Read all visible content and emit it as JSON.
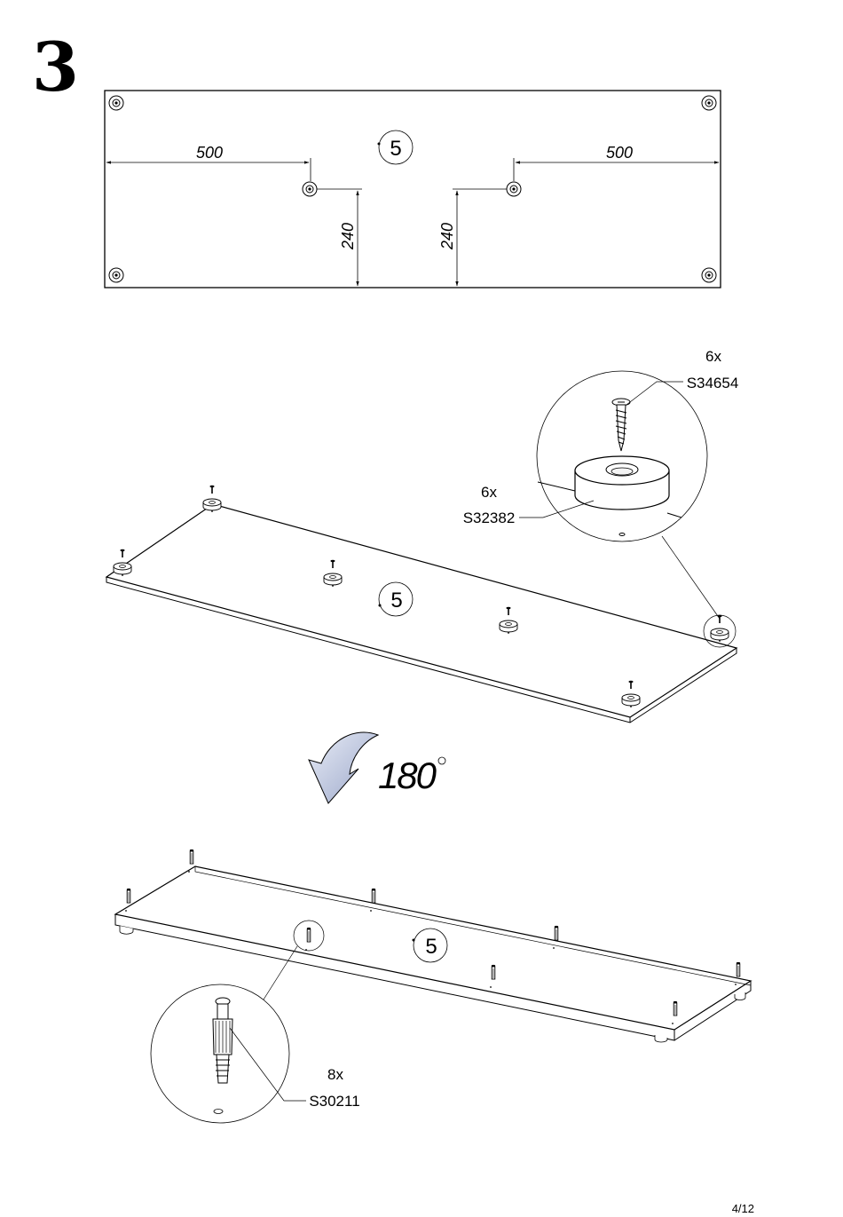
{
  "step": {
    "number": "3"
  },
  "panel": {
    "label": "5"
  },
  "dimensions": {
    "left_horizontal": "500",
    "right_horizontal": "500",
    "left_vertical": "240",
    "right_vertical": "240"
  },
  "parts": {
    "screw": {
      "qty": "6x",
      "code": "S34654"
    },
    "foot": {
      "qty": "6x",
      "code": "S32382"
    },
    "dowel": {
      "qty": "8x",
      "code": "S30211"
    }
  },
  "rotation": {
    "value": "180",
    "unit": "°"
  },
  "footer": {
    "page": "4/12"
  },
  "icons": [
    "foot-pad-icon",
    "screw-icon",
    "dowel-icon",
    "rotate-arrow-icon"
  ]
}
